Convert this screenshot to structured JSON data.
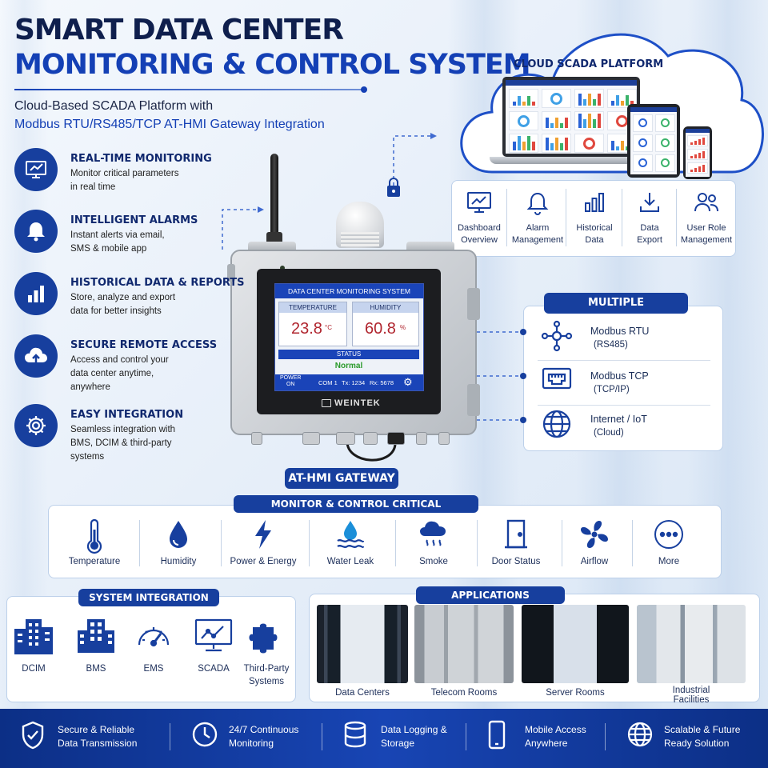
{
  "header": {
    "title_line1": "SMART DATA CENTER",
    "title_line2": "MONITORING & CONTROL SYSTEM",
    "subtitle_line1": "Cloud-Based SCADA Platform with",
    "subtitle_line2": "Modbus RTU/RS485/TCP AT-HMI Gateway Integration"
  },
  "features": [
    {
      "icon": "monitor-chart-icon",
      "title": "REAL-TIME MONITORING",
      "lines": [
        "Monitor critical parameters",
        "in real time"
      ]
    },
    {
      "icon": "bell-icon",
      "title": "INTELLIGENT ALARMS",
      "lines": [
        "Instant alerts via email,",
        "SMS & mobile app"
      ]
    },
    {
      "icon": "bar-chart-icon",
      "title": "HISTORICAL DATA & REPORTS",
      "lines": [
        "Store, analyze and export",
        "data for better insights"
      ]
    },
    {
      "icon": "cloud-upload-icon",
      "title": "SECURE REMOTE ACCESS",
      "lines": [
        "Access and control your",
        "data center anytime,",
        "anywhere"
      ]
    },
    {
      "icon": "gear-icon",
      "title": "EASY INTEGRATION",
      "lines": [
        "Seamless integration with",
        "BMS, DCIM & third-party",
        "systems"
      ]
    }
  ],
  "cloud": {
    "title": "CLOUD SCADA PLATFORM",
    "modules": [
      {
        "icon": "dashboard-icon",
        "lines": [
          "Dashboard",
          "Overview"
        ]
      },
      {
        "icon": "bell-outline-icon",
        "lines": [
          "Alarm",
          "Management"
        ]
      },
      {
        "icon": "bar-chart-outline-icon",
        "lines": [
          "Historical",
          "Data"
        ]
      },
      {
        "icon": "download-icon",
        "lines": [
          "Data",
          "Export"
        ]
      },
      {
        "icon": "users-icon",
        "lines": [
          "User Role",
          "Management"
        ]
      }
    ]
  },
  "hmi": {
    "screen_title": "DATA CENTER MONITORING SYSTEM",
    "temp_label": "TEMPERATURE",
    "temp_value": "23.8",
    "temp_unit": "°C",
    "hum_label": "HUMIDITY",
    "hum_value": "60.8",
    "hum_unit": "%",
    "status_label": "STATUS",
    "status_value": "Normal",
    "power_line1": "POWER",
    "power_line2": "ON",
    "com": "COM 1",
    "tx": "Tx: 1234",
    "rx": "Rx: 5678",
    "brand": "WEINTEK",
    "device_label": "AT-HMI GATEWAY"
  },
  "connectivity": {
    "title": "MULTIPLE CONNECTIVITY",
    "items": [
      {
        "icon": "network-hub-icon",
        "lines": [
          "Modbus RTU",
          "(RS485)"
        ]
      },
      {
        "icon": "ethernet-port-icon",
        "lines": [
          "Modbus TCP",
          "(TCP/IP)"
        ]
      },
      {
        "icon": "globe-icon",
        "lines": [
          "Internet / IoT",
          "(Cloud)"
        ]
      }
    ]
  },
  "parameters": {
    "title": "MONITOR & CONTROL CRITICAL PARAMETERS",
    "items": [
      {
        "icon": "thermometer-icon",
        "label": "Temperature"
      },
      {
        "icon": "water-drop-icon",
        "label": "Humidity"
      },
      {
        "icon": "lightning-icon",
        "label": "Power & Energy"
      },
      {
        "icon": "water-leak-icon",
        "label": "Water Leak"
      },
      {
        "icon": "smoke-icon",
        "label": "Smoke"
      },
      {
        "icon": "door-icon",
        "label": "Door Status"
      },
      {
        "icon": "fan-icon",
        "label": "Airflow"
      },
      {
        "icon": "more-icon",
        "label": "More"
      }
    ]
  },
  "integration": {
    "title": "SYSTEM INTEGRATION",
    "items": [
      {
        "icon": "buildings-icon",
        "lines": [
          "DCIM"
        ]
      },
      {
        "icon": "office-building-icon",
        "lines": [
          "BMS"
        ]
      },
      {
        "icon": "gauge-icon",
        "lines": [
          "EMS"
        ]
      },
      {
        "icon": "scada-monitor-icon",
        "lines": [
          "SCADA"
        ]
      },
      {
        "icon": "puzzle-icon",
        "lines": [
          "Third-Party",
          "Systems"
        ]
      }
    ]
  },
  "applications": {
    "title": "APPLICATIONS",
    "items": [
      {
        "lines": [
          "Data Centers"
        ]
      },
      {
        "lines": [
          "Telecom Rooms"
        ]
      },
      {
        "lines": [
          "Server Rooms"
        ]
      },
      {
        "lines": [
          "Industrial",
          "Facilities"
        ]
      }
    ]
  },
  "benefits": [
    {
      "icon": "shield-check-icon",
      "lines": [
        "Secure & Reliable",
        "Data Transmission"
      ]
    },
    {
      "icon": "clock-icon",
      "lines": [
        "24/7 Continuous",
        "Monitoring"
      ]
    },
    {
      "icon": "database-icon",
      "lines": [
        "Data Logging &",
        "Storage"
      ]
    },
    {
      "icon": "smartphone-icon",
      "lines": [
        "Mobile Access",
        "Anywhere"
      ]
    },
    {
      "icon": "globe-network-icon",
      "lines": [
        "Scalable & Future",
        "Ready Solution"
      ]
    }
  ],
  "colors": {
    "navy": "#0d2f86",
    "accent": "#173f9e",
    "value_red": "#b0252e",
    "status_green": "#2a9a2a"
  }
}
